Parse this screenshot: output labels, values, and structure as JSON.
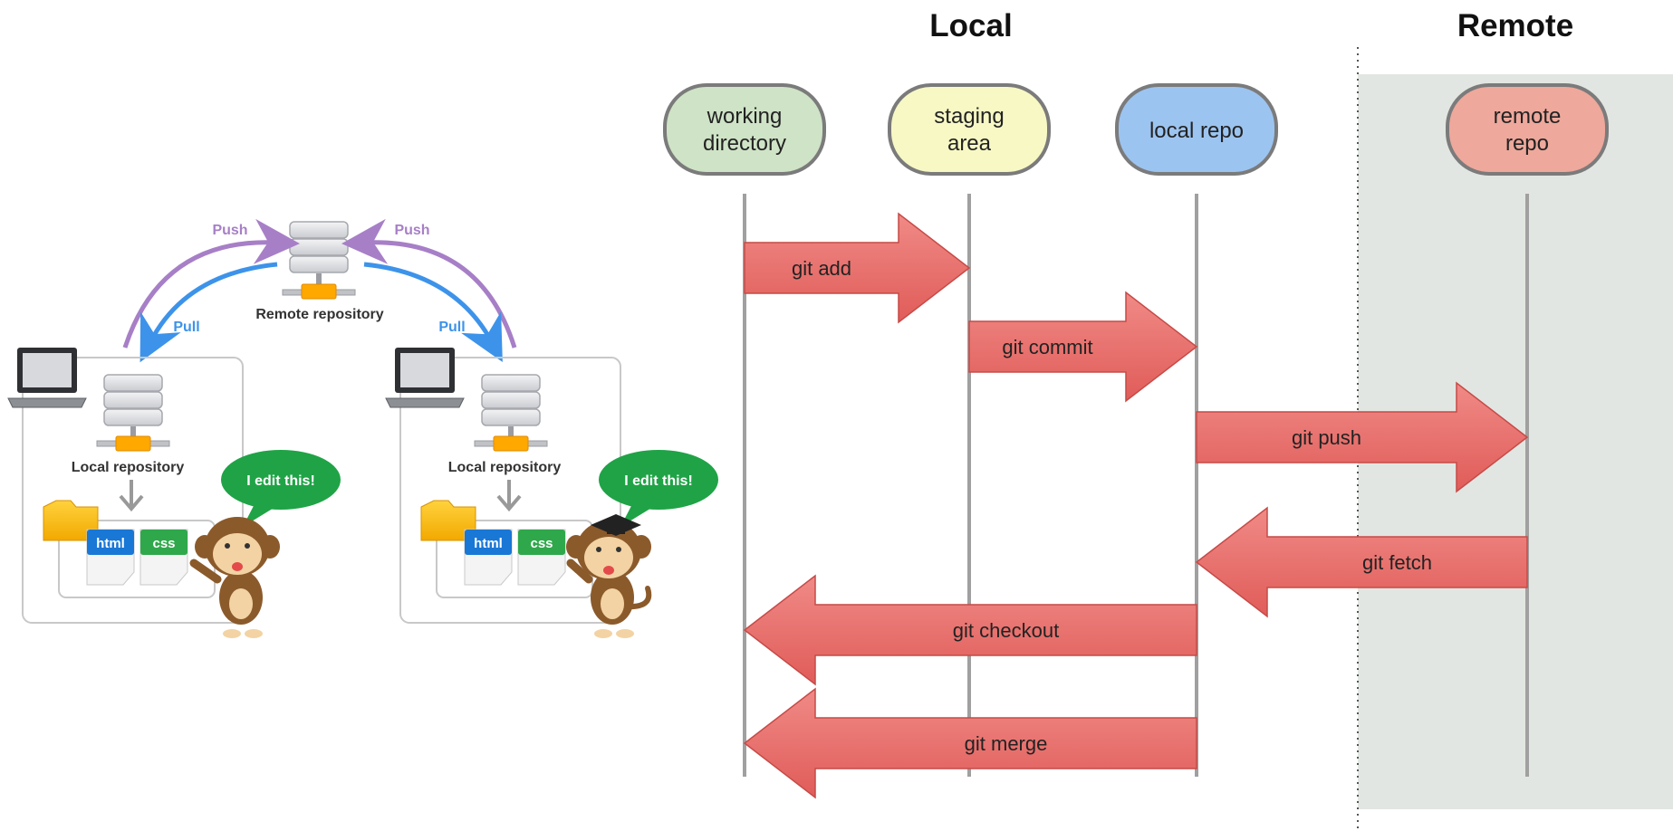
{
  "left_diagram": {
    "remote_label": "Remote repository",
    "push_left": "Push",
    "push_right": "Push",
    "pull_left": "Pull",
    "pull_right": "Pull",
    "local_label_left": "Local repository",
    "local_label_right": "Local repository",
    "speech_left": "I edit this!",
    "speech_right": "I edit this!",
    "file_html_left": "html",
    "file_css_left": "css",
    "file_html_right": "html",
    "file_css_right": "css"
  },
  "right_diagram": {
    "header_local": "Local",
    "header_remote": "Remote",
    "lanes": [
      {
        "line1": "working",
        "line2": "directory",
        "color": "#cfe3c6"
      },
      {
        "line1": "staging",
        "line2": "area",
        "color": "#f7f8c4"
      },
      {
        "line1": "local repo",
        "line2": "",
        "color": "#9cc4f0"
      },
      {
        "line1": "remote",
        "line2": "repo",
        "color": "#eea89c"
      }
    ],
    "arrows": [
      {
        "label": "git add",
        "from": 0,
        "to": 1
      },
      {
        "label": "git commit",
        "from": 1,
        "to": 2
      },
      {
        "label": "git push",
        "from": 2,
        "to": 3
      },
      {
        "label": "git fetch",
        "from": 3,
        "to": 2
      },
      {
        "label": "git checkout",
        "from": 2,
        "to": 0
      },
      {
        "label": "git merge",
        "from": 2,
        "to": 0
      }
    ],
    "colors": {
      "arrow_fill": "#e86f6c",
      "arrow_stroke": "#c64a47",
      "remote_bg": "#e2e6e2",
      "lane_line": "#a0a0a0"
    }
  }
}
